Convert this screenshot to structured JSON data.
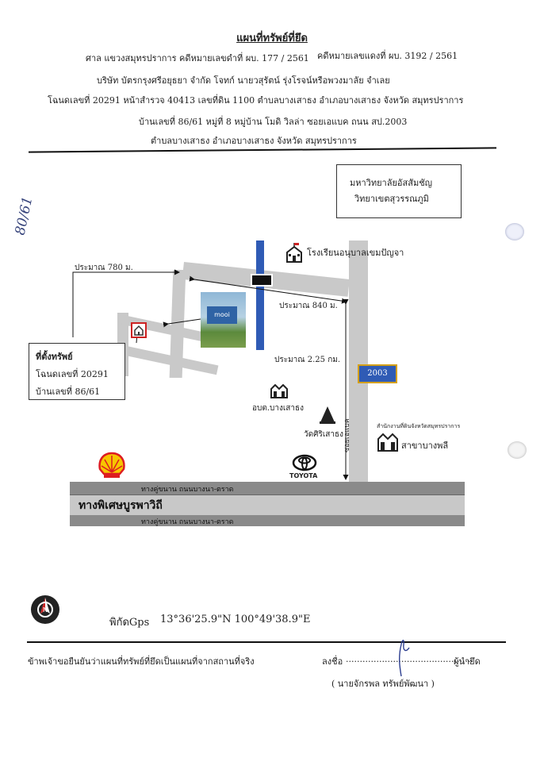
{
  "header": {
    "title": "แผนที่ทรัพย์ที่ยึด",
    "line1_left": "ศาล แขวงสมุทรปราการ    คดีหมายเลขดำที่ ผบ. 177 / 2561",
    "line1_right": "คดีหมายเลขแดงที่ ผบ. 3192 / 2561",
    "line2": "บริษัท บัตรกรุงศรีอยุธยา จำกัด  โจทก์        นายวสุรัตน์ รุ่งโรจน์หรือพวงมาลัย  จำเลย",
    "line3": "โฉนดเลขที่ 20291  หน้าสำรวจ 40413  เลขที่ดิน 1100    ตำบลบางเสาธง  อำเภอบางเสาธง  จังหวัด สมุทรปราการ",
    "line4": "บ้านเลขที่ 86/61 หมู่ที่ 8 หมู่บ้าน โมดิ วิลล่า ซอยเอแบค  ถนน สป.2003",
    "line5": "ตำบลบางเสาธง  อำเภอบางเสาธง  จังหวัด สมุทรปราการ"
  },
  "margin_note": "80/61",
  "map": {
    "university_line1": "มหาวิทยาลัยอัสสัมชัญ",
    "university_line2": "วิทยาเขตสุวรรณภูมิ",
    "school": "โรงเรียนอนุบาลเขมปัญจา",
    "dist_780": "ประมาณ 780 ม.",
    "dist_840": "ประมาณ 840 ม.",
    "dist_2_25": "ประมาณ 2.25 กม.",
    "road_2003": "2003",
    "soi_label": "ซอยเอแบค",
    "property_title": "ที่ตั้งทรัพย์",
    "property_deed": "โฉนดเลขที่ 20291",
    "property_house": "บ้านเลขที่  86/61",
    "sao_label": "อบต.บางเสาธง",
    "temple": "วัดศิริเสาธง",
    "land_office_small": "สำนักงานที่ดินจังหวัดสมุทรปราการ",
    "land_office_branch": "สาขาบางพลี",
    "toyota": "TOYOTA",
    "mooi_sign": "mooi",
    "service_top": "ทางคู่ขนาน ถนนบางนา-ตราด",
    "highway": "ทางพิเศษบูรพาวิถี",
    "service_bottom": "ทางคู่ขนาน ถนนบางนา-ตราด"
  },
  "gps": {
    "label": "พิกัดGps",
    "value": "13°36'25.9\"N 100°49'38.9\"E"
  },
  "footer": {
    "certify": "ข้าพเจ้าขอยืนยันว่าแผนที่ทรัพย์ที่ยึดเป็นแผนที่จากสถานที่จริง",
    "sign_label": "ลงชื่อ",
    "sign_dots": "..............................................",
    "sign_role": "ผู้นำยึด",
    "sign_name": "( นายจักรพล  ทรัพย์พัฒนา )"
  },
  "colors": {
    "road_grey": "#c9c9c9",
    "highway_dark": "#7f7f7f",
    "canal_blue": "#2f5bb5",
    "badge_blue": "#2f5bb5",
    "badge_border": "#d4a017",
    "shell_red": "#dd1d21",
    "shell_yellow": "#f7c600"
  }
}
